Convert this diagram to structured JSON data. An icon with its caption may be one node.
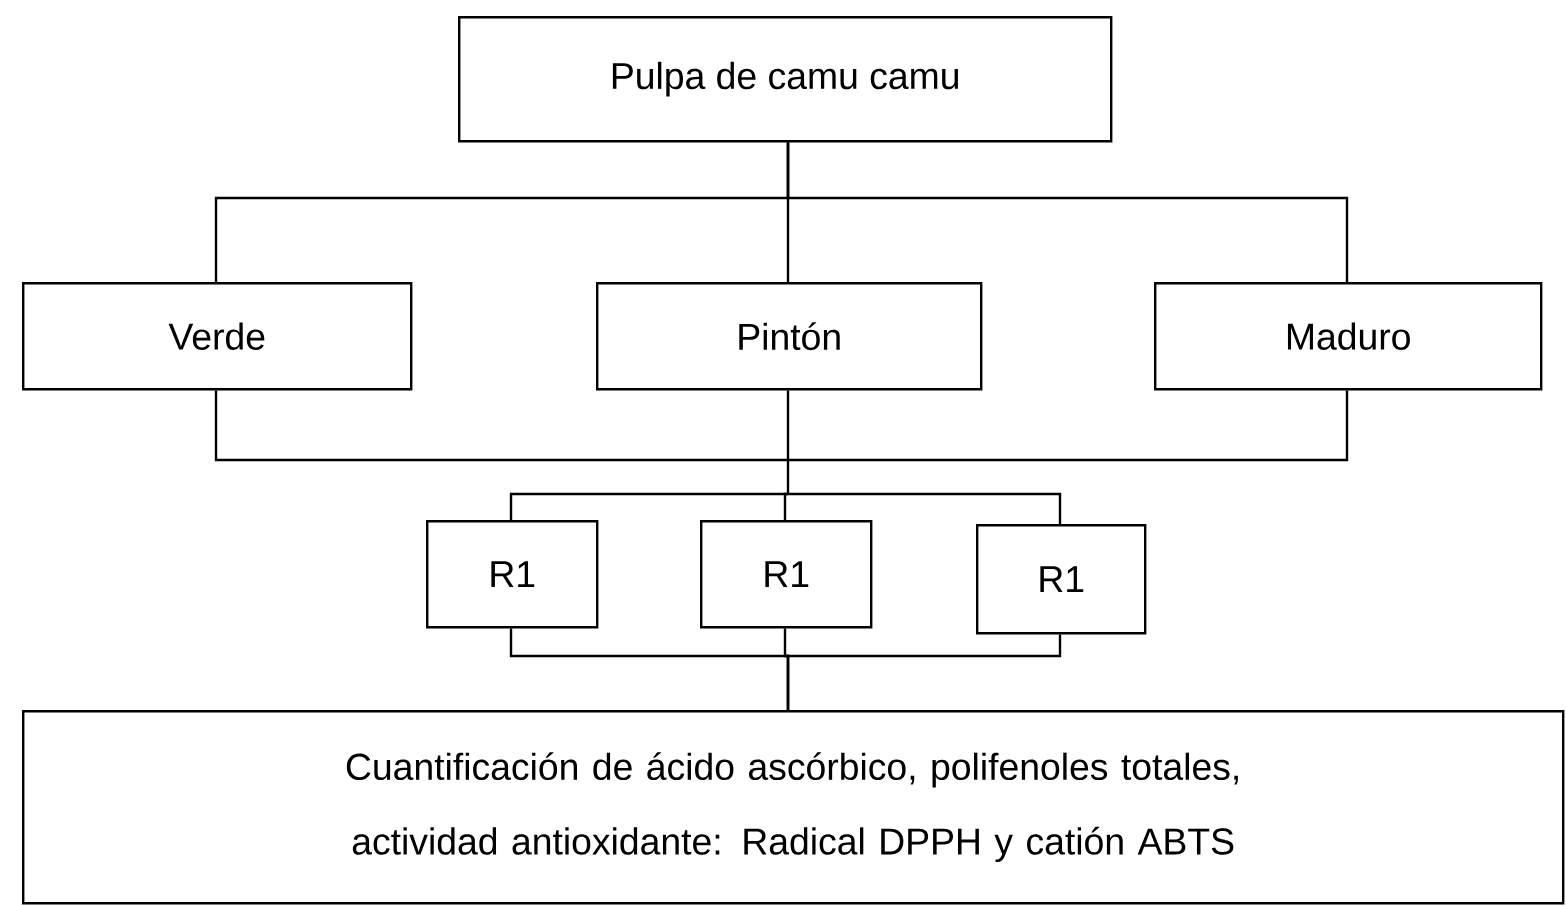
{
  "diagram": {
    "nodes": [
      {
        "text": [
          "Pulpa de camu camu"
        ]
      },
      {
        "text": [
          "Verde"
        ]
      },
      {
        "text": [
          "Pintón"
        ]
      },
      {
        "text": [
          "Maduro"
        ]
      },
      {
        "text": [
          "R1"
        ]
      },
      {
        "text": [
          "R1"
        ]
      },
      {
        "text": [
          "R1"
        ]
      },
      {
        "text": [
          "Cuantificación de ácido ascórbico, polifenoles totales, actividad antioxidante: Radical DPPH y catión ABTS"
        ]
      }
    ],
    "edges": [
      {
        "from": 0,
        "to": 1,
        "arrow": "none"
      },
      {
        "from": 0,
        "to": 2,
        "arrow": "none"
      },
      {
        "from": 0,
        "to": 3,
        "arrow": "none"
      },
      {
        "from": 1,
        "to": 4,
        "arrow": "none"
      },
      {
        "from": 1,
        "to": 5,
        "arrow": "none"
      },
      {
        "from": 1,
        "to": 6,
        "arrow": "none"
      },
      {
        "from": 2,
        "to": 4,
        "arrow": "none"
      },
      {
        "from": 2,
        "to": 5,
        "arrow": "none"
      },
      {
        "from": 2,
        "to": 6,
        "arrow": "none"
      },
      {
        "from": 3,
        "to": 4,
        "arrow": "none"
      },
      {
        "from": 3,
        "to": 5,
        "arrow": "none"
      },
      {
        "from": 3,
        "to": 6,
        "arrow": "none"
      },
      {
        "from": 4,
        "to": 7,
        "arrow": "none"
      },
      {
        "from": 5,
        "to": 7,
        "arrow": "none"
      },
      {
        "from": 6,
        "to": 7,
        "arrow": "none"
      }
    ]
  }
}
